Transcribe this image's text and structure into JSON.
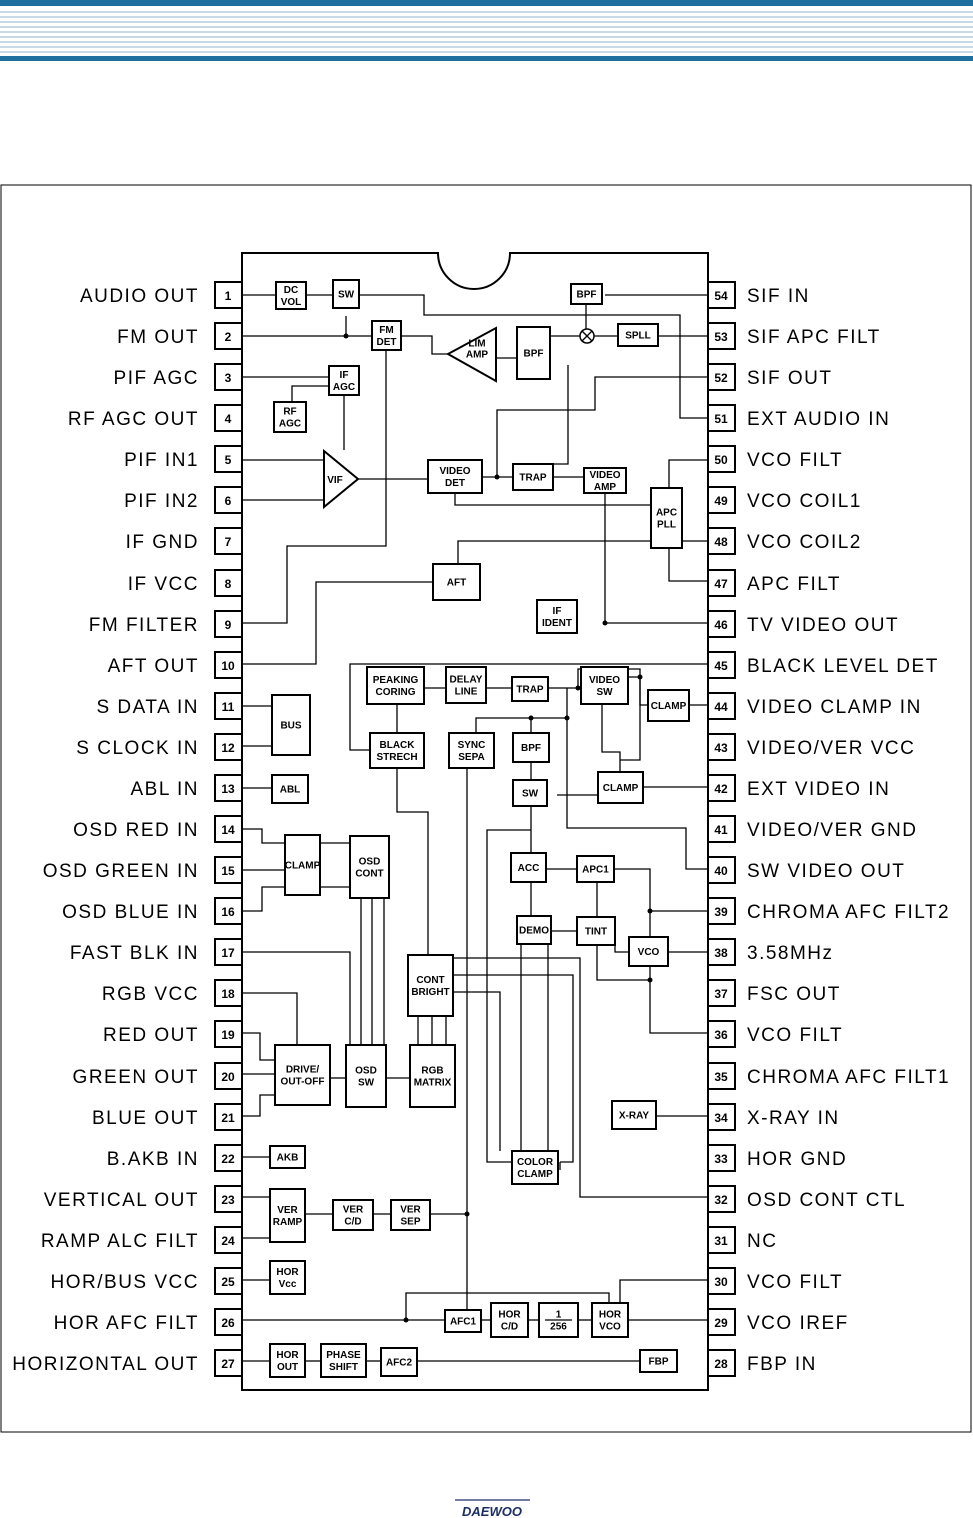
{
  "left_pins": [
    {
      "num": "1",
      "label": "AUDIO  OUT"
    },
    {
      "num": "2",
      "label": "FM  OUT"
    },
    {
      "num": "3",
      "label": "PIF  AGC"
    },
    {
      "num": "4",
      "label": "RF  AGC  OUT"
    },
    {
      "num": "5",
      "label": "PIF  IN1"
    },
    {
      "num": "6",
      "label": "PIF  IN2"
    },
    {
      "num": "7",
      "label": "IF  GND"
    },
    {
      "num": "8",
      "label": "IF  VCC"
    },
    {
      "num": "9",
      "label": "FM  FILTER"
    },
    {
      "num": "10",
      "label": "AFT  OUT"
    },
    {
      "num": "11",
      "label": "S  DATA  IN"
    },
    {
      "num": "12",
      "label": "S  CLOCK  IN"
    },
    {
      "num": "13",
      "label": "ABL  IN"
    },
    {
      "num": "14",
      "label": "OSD  RED  IN"
    },
    {
      "num": "15",
      "label": "OSD  GREEN  IN"
    },
    {
      "num": "16",
      "label": "OSD  BLUE  IN"
    },
    {
      "num": "17",
      "label": "FAST  BLK  IN"
    },
    {
      "num": "18",
      "label": "RGB  VCC"
    },
    {
      "num": "19",
      "label": "RED  OUT"
    },
    {
      "num": "20",
      "label": "GREEN  OUT"
    },
    {
      "num": "21",
      "label": "BLUE  OUT"
    },
    {
      "num": "22",
      "label": "B.AKB  IN"
    },
    {
      "num": "23",
      "label": "VERTICAL  OUT"
    },
    {
      "num": "24",
      "label": "RAMP  ALC  FILT"
    },
    {
      "num": "25",
      "label": "HOR/BUS  VCC"
    },
    {
      "num": "26",
      "label": "HOR  AFC  FILT"
    },
    {
      "num": "27",
      "label": "HORIZONTAL  OUT"
    }
  ],
  "right_pins": [
    {
      "num": "54",
      "label": "SIF  IN"
    },
    {
      "num": "53",
      "label": "SIF  APC  FILT"
    },
    {
      "num": "52",
      "label": "SIF  OUT"
    },
    {
      "num": "51",
      "label": "EXT  AUDIO  IN"
    },
    {
      "num": "50",
      "label": "VCO  FILT"
    },
    {
      "num": "49",
      "label": "VCO  COIL1"
    },
    {
      "num": "48",
      "label": "VCO  COIL2"
    },
    {
      "num": "47",
      "label": "APC  FILT"
    },
    {
      "num": "46",
      "label": "TV  VIDEO  OUT"
    },
    {
      "num": "45",
      "label": "BLACK  LEVEL  DET"
    },
    {
      "num": "44",
      "label": "VIDEO  CLAMP  IN"
    },
    {
      "num": "43",
      "label": "VIDEO/VER  VCC"
    },
    {
      "num": "42",
      "label": "EXT  VIDEO  IN"
    },
    {
      "num": "41",
      "label": "VIDEO/VER  GND"
    },
    {
      "num": "40",
      "label": "SW  VIDEO  OUT"
    },
    {
      "num": "39",
      "label": "CHROMA  AFC  FILT2"
    },
    {
      "num": "38",
      "label": "3.58MHz"
    },
    {
      "num": "37",
      "label": "FSC  OUT"
    },
    {
      "num": "36",
      "label": "VCO  FILT"
    },
    {
      "num": "35",
      "label": "CHROMA  AFC  FILT1"
    },
    {
      "num": "34",
      "label": "X-RAY  IN"
    },
    {
      "num": "33",
      "label": "HOR  GND"
    },
    {
      "num": "32",
      "label": "OSD  CONT  CTL"
    },
    {
      "num": "31",
      "label": "NC"
    },
    {
      "num": "30",
      "label": "VCO  FILT"
    },
    {
      "num": "29",
      "label": "VCO  IREF"
    },
    {
      "num": "28",
      "label": "FBP  IN"
    }
  ],
  "blocks": {
    "dc_vol": [
      "DC",
      "VOL"
    ],
    "sw_audio": [
      "SW"
    ],
    "fm_det": [
      "FM",
      "DET"
    ],
    "lim_amp": [
      "LIM",
      "AMP"
    ],
    "bpf_sif_out": [
      "BPF"
    ],
    "bpf_sif_in": [
      "BPF"
    ],
    "spll": [
      "SPLL"
    ],
    "if_agc": [
      "IF",
      "AGC"
    ],
    "rf_agc": [
      "RF",
      "AGC"
    ],
    "vif": [
      "VIF"
    ],
    "video_det": [
      "VIDEO",
      "DET"
    ],
    "trap_if": [
      "TRAP"
    ],
    "video_amp": [
      "VIDEO",
      "AMP"
    ],
    "apc_pll": [
      "APC",
      "PLL"
    ],
    "aft": [
      "AFT"
    ],
    "if_ident": [
      "IF",
      "IDENT"
    ],
    "peaking_coring": [
      "PEAKING",
      "CORING"
    ],
    "delay_line": [
      "DELAY",
      "LINE"
    ],
    "trap_video": [
      "TRAP"
    ],
    "video_sw": [
      "VIDEO",
      "SW"
    ],
    "clamp_44": [
      "CLAMP"
    ],
    "black_strech": [
      "BLACK",
      "STRECH"
    ],
    "sync_sepa": [
      "SYNC",
      "SEPA"
    ],
    "bpf_chroma": [
      "BPF"
    ],
    "clamp_42": [
      "CLAMP"
    ],
    "bus": [
      "BUS"
    ],
    "abl": [
      "ABL"
    ],
    "sw_chroma": [
      "SW"
    ],
    "clamp_osd": [
      "CLAMP"
    ],
    "osd_cont": [
      "OSD",
      "CONT"
    ],
    "acc": [
      "ACC"
    ],
    "apc1": [
      "APC1"
    ],
    "demo": [
      "DEMO"
    ],
    "tint": [
      "TINT"
    ],
    "vco_chroma": [
      "VCO"
    ],
    "cont_bright": [
      "CONT",
      "BRIGHT"
    ],
    "drive_out_off": [
      "DRIVE/",
      "OUT-OFF"
    ],
    "osd_sw": [
      "OSD",
      "SW"
    ],
    "rgb_matrix": [
      "RGB",
      "MATRIX"
    ],
    "x_ray": [
      "X-RAY"
    ],
    "akb": [
      "AKB"
    ],
    "color_clamp": [
      "COLOR",
      "CLAMP"
    ],
    "ver_ramp": [
      "VER",
      "RAMP"
    ],
    "ver_cd": [
      "VER",
      "C/D"
    ],
    "ver_sep": [
      "VER",
      "SEP"
    ],
    "hor_vcc": [
      "HOR",
      "Vcc"
    ],
    "afc1": [
      "AFC1"
    ],
    "hor_cd": [
      "HOR",
      "C/D"
    ],
    "div_256": [
      "1",
      "256"
    ],
    "hor_vco": [
      "HOR",
      "VCO"
    ],
    "hor_out": [
      "HOR",
      "OUT"
    ],
    "phase_shift": [
      "PHASE",
      "SHIFT"
    ],
    "afc2": [
      "AFC2"
    ],
    "fbp": [
      "FBP"
    ]
  },
  "logo": "DAEWOO",
  "colors": {
    "accent": "#1f6f9e",
    "ink": "#000000"
  }
}
